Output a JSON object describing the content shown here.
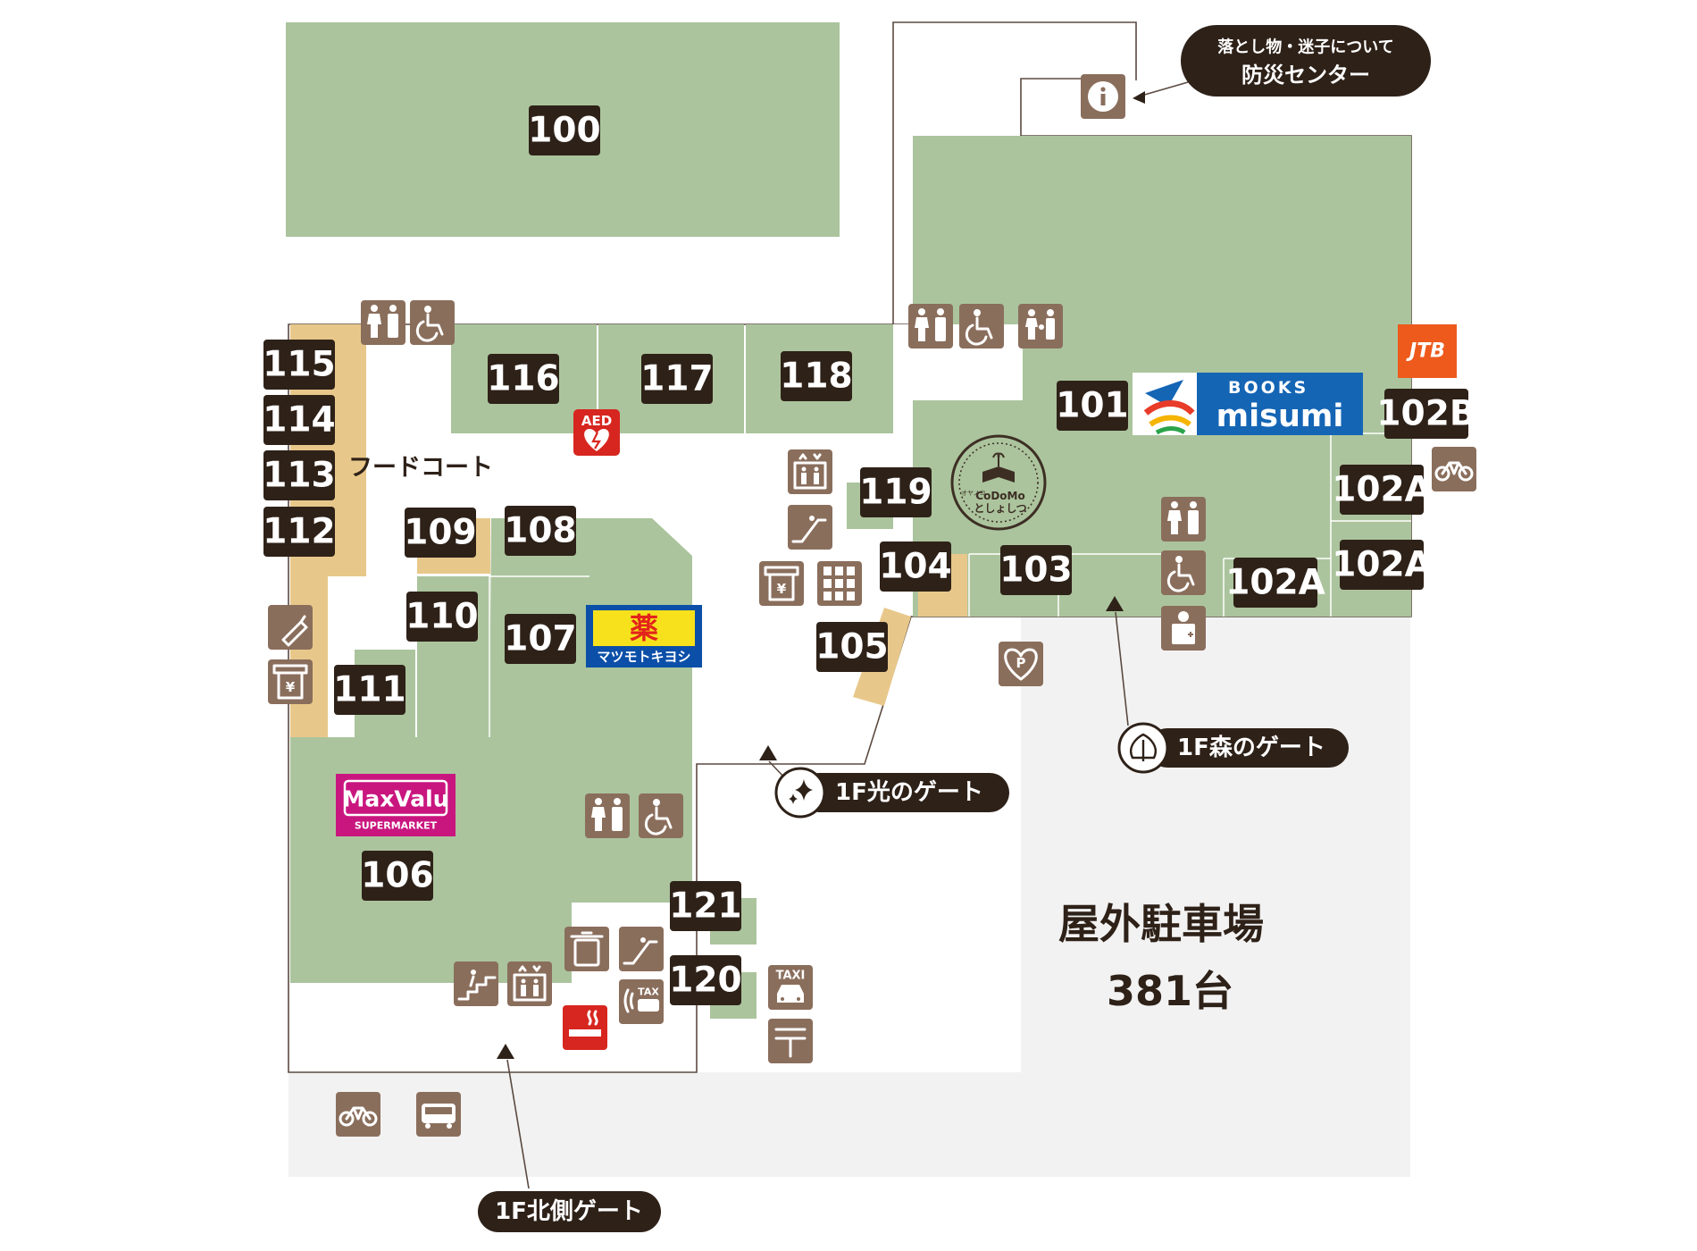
{
  "map": {
    "areas": {
      "food_court": "フードコート",
      "parking": "屋外駐車場",
      "parking_count": "381台"
    },
    "shops": [
      {
        "id": "100"
      },
      {
        "id": "101"
      },
      {
        "id": "102B"
      },
      {
        "id": "102A"
      },
      {
        "id": "103"
      },
      {
        "id": "104"
      },
      {
        "id": "105"
      },
      {
        "id": "106"
      },
      {
        "id": "107"
      },
      {
        "id": "108"
      },
      {
        "id": "109"
      },
      {
        "id": "110"
      },
      {
        "id": "111"
      },
      {
        "id": "112"
      },
      {
        "id": "113"
      },
      {
        "id": "114"
      },
      {
        "id": "115"
      },
      {
        "id": "116"
      },
      {
        "id": "117"
      },
      {
        "id": "118"
      },
      {
        "id": "119"
      },
      {
        "id": "120"
      },
      {
        "id": "121"
      }
    ],
    "logos": {
      "aed": "AED",
      "drugstore_kanji": "薬",
      "drugstore_name": "マツモトキヨシ",
      "maxvalu_name": "MaxValu",
      "maxvalu_sub": "SUPERMARKET",
      "books_top": "BOOKS",
      "books_bottom": "misumi",
      "jtb": "JTB",
      "codomo_top": "オヤノコ",
      "codomo_mid": "CoDoMo",
      "codomo_bottom": "としょしつ",
      "taxi": "TAXI",
      "taxi_phone": "TAX"
    },
    "gates": {
      "info_line1": "落とし物・迷子について",
      "info_line2": "防災センター",
      "forest_gate": "1F森のゲート",
      "light_gate": "1F光のゲート",
      "north_gate": "1F北側ゲート"
    },
    "colors": {
      "store": "#abc49d",
      "food": "#e8c88a",
      "label": "#2e2118",
      "icon": "#8a6e5c",
      "parking": "#f2f2f2"
    }
  }
}
